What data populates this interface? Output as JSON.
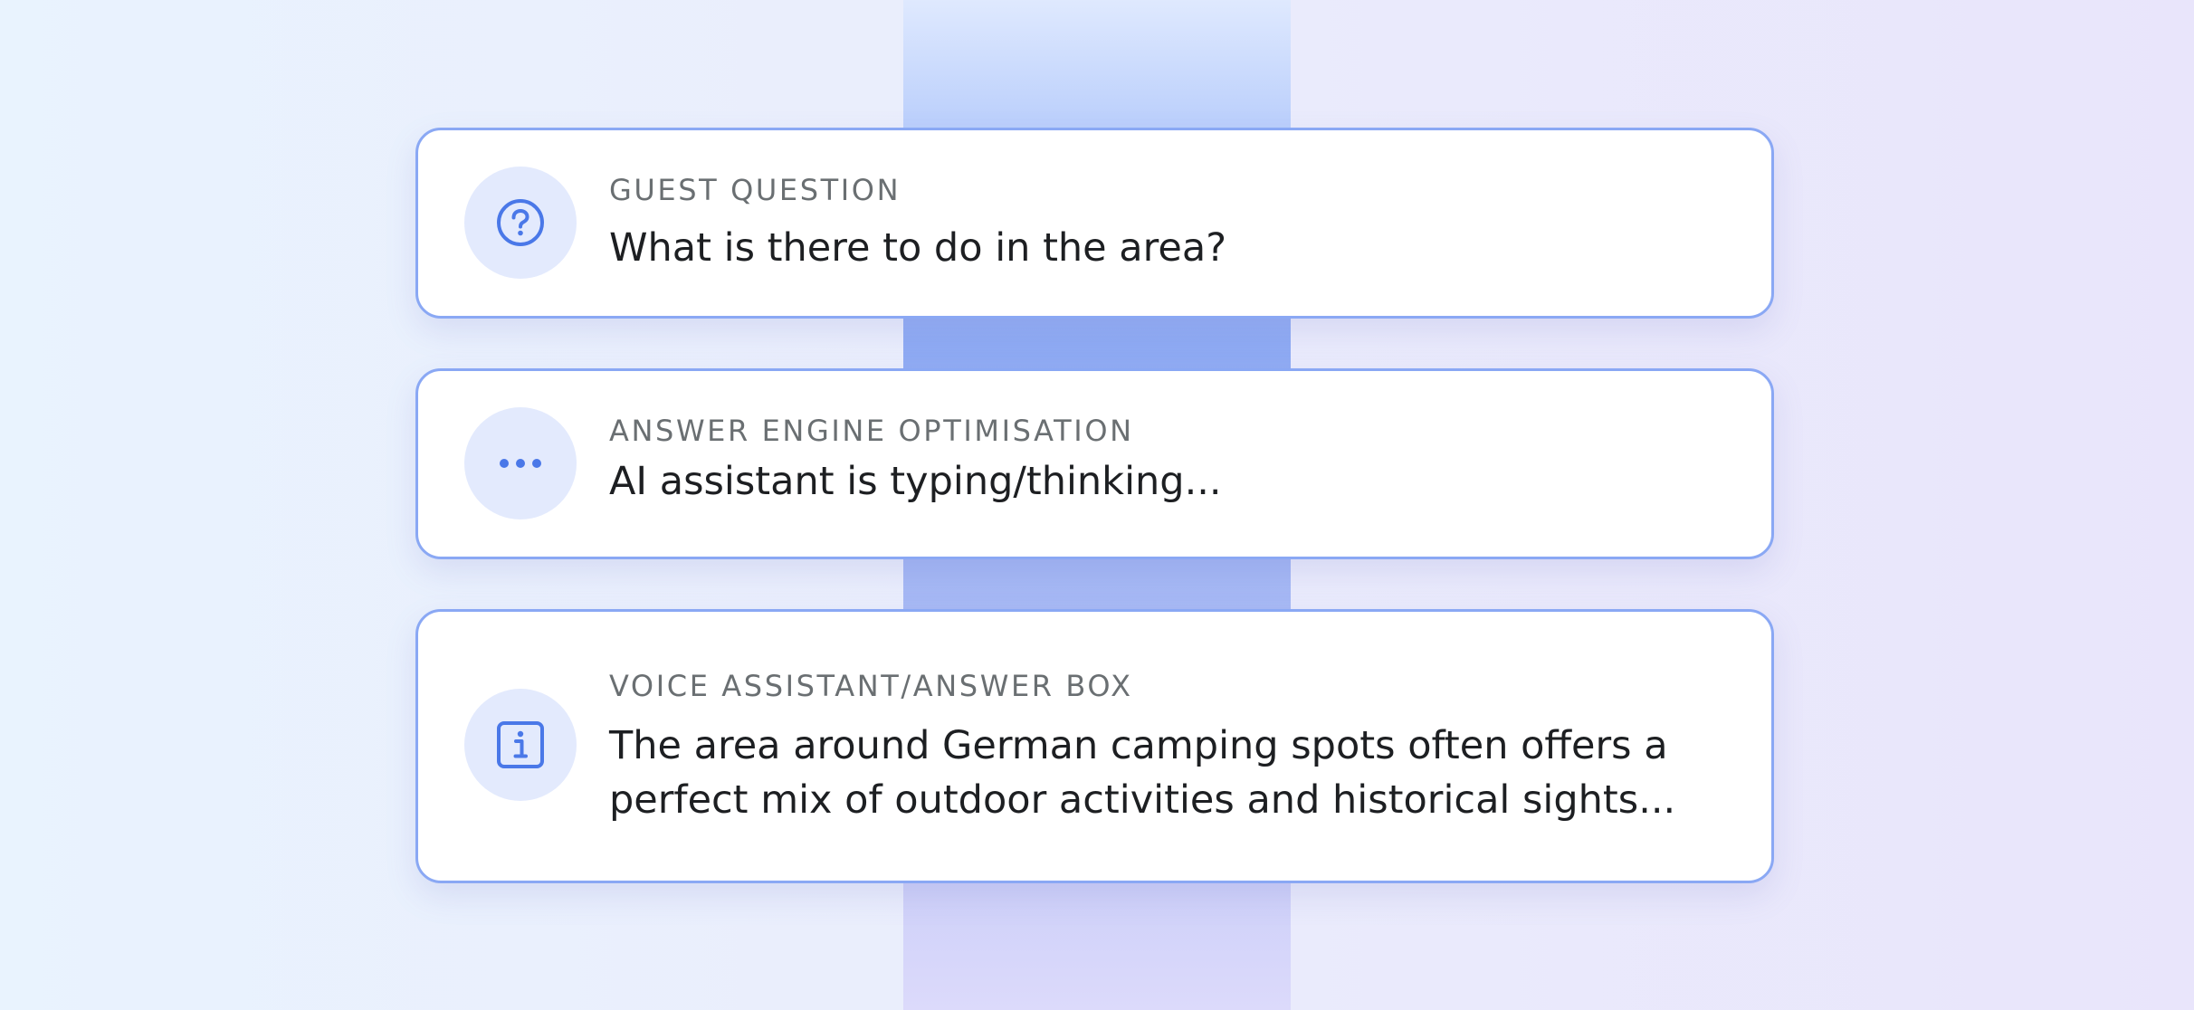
{
  "cards": [
    {
      "icon": "question-icon",
      "label": "GUEST QUESTION",
      "message": "What is there to do in the area?"
    },
    {
      "icon": "typing-dots-icon",
      "label": "ANSWER ENGINE OPTIMISATION",
      "message": "AI assistant is typing/thinking..."
    },
    {
      "icon": "info-icon",
      "label": "VOICE ASSISTANT/ANSWER BOX",
      "message_lines": [
        "The area around German camping spots often offers a",
        "perfect mix of outdoor activities and historical sights..."
      ]
    }
  ],
  "colors": {
    "accent": "#4a78e8",
    "card_border": "#8aa8f4",
    "icon_bg": "#e3eafd",
    "label_text": "#6a6f72",
    "message_text": "#1d1f22"
  }
}
